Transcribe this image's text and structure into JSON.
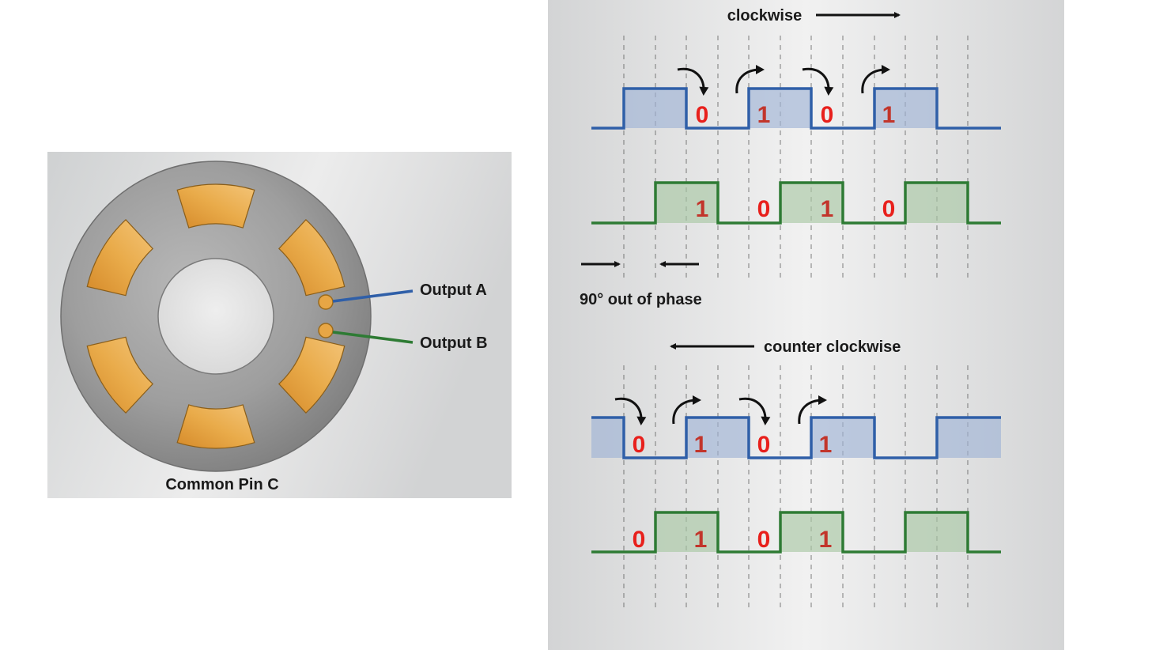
{
  "encoder_panel": {
    "output_a_label": "Output A",
    "output_b_label": "Output B",
    "common_label": "Common Pin C"
  },
  "timing_panel": {
    "clockwise_label": "clockwise",
    "phase_label": "90° out of phase",
    "ccw_label": "counter clockwise",
    "cw_a_bits": [
      "0",
      "1",
      "0",
      "1"
    ],
    "cw_b_bits": [
      "1",
      "0",
      "1",
      "0"
    ],
    "ccw_a_bits": [
      "0",
      "1",
      "0",
      "1"
    ],
    "ccw_b_bits": [
      "0",
      "1",
      "0",
      "1"
    ]
  },
  "colors": {
    "channel_a": "#2f5fa8",
    "channel_a_fill": "#9fb3d6",
    "channel_b": "#2e7b34",
    "channel_b_fill": "#a9c7a5",
    "pad": "#e7a645",
    "bit_zero": "#e8201c",
    "bit_one": "#c2352b"
  }
}
